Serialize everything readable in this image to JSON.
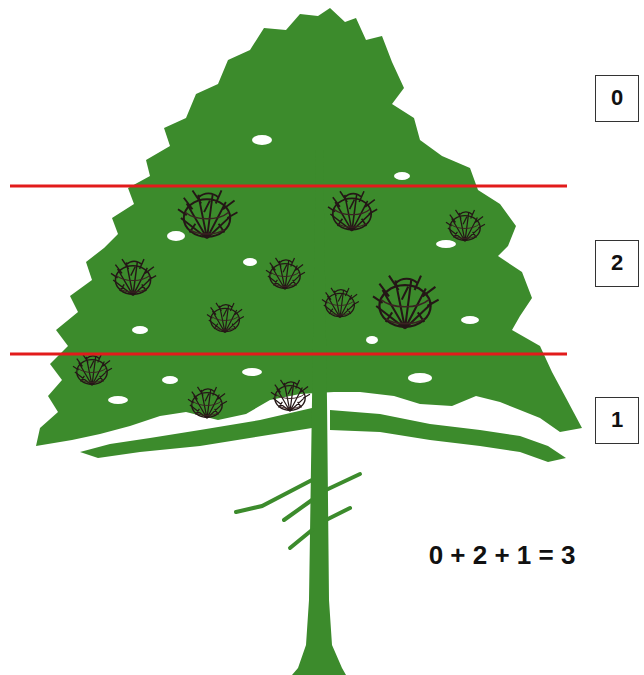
{
  "diagram": {
    "nodes": [
      {
        "text": [
          "0"
        ]
      },
      {
        "text": [
          "2"
        ]
      },
      {
        "text": [
          "1"
        ]
      }
    ],
    "labels": [
      "0 + 2 + 1 = 3"
    ]
  }
}
